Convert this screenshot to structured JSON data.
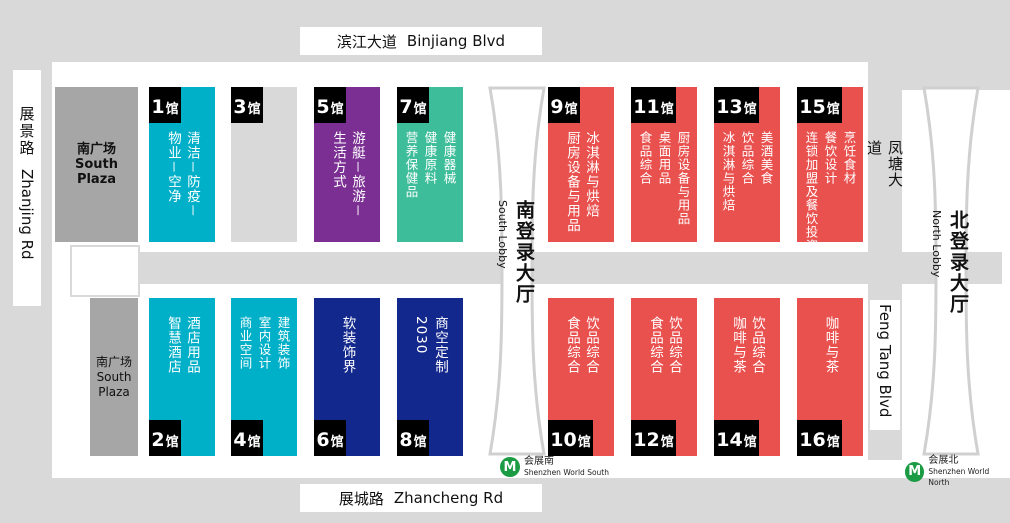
{
  "roads": {
    "north": {
      "cn": "滨江大道",
      "en": "Binjiang Blvd"
    },
    "south": {
      "cn": "展城路",
      "en": "Zhancheng Rd"
    },
    "west": {
      "cn": "展景路",
      "en": "Zhanjing Rd"
    },
    "east_cn": "凤塘大道",
    "east_en": "Feng Tang Blvd"
  },
  "plazas": {
    "top": {
      "cn": "南广场",
      "en1": "South",
      "en2": "Plaza"
    },
    "bottom": {
      "cn": "南广场",
      "en1": "South",
      "en2": "Plaza"
    }
  },
  "lobbies": {
    "south": {
      "cn": "南登录大厅",
      "en": "South Lobby"
    },
    "north": {
      "cn": "北登录大厅",
      "en": "North Lobby"
    }
  },
  "metro": {
    "south": {
      "cn": "会展南",
      "en": "Shenzhen World South"
    },
    "north": {
      "cn": "会展北",
      "en": "Shenzhen World North"
    }
  },
  "hall_suffix": "馆",
  "colors": {
    "teal": "#00b0c8",
    "grey": "#d9d9d9",
    "purple": "#7b2f93",
    "green": "#3dbd99",
    "red": "#e9514f",
    "navy": "#13288c"
  },
  "halls_top": [
    {
      "num": "1",
      "color": "teal",
      "cols": [
        "清洁－防疫－",
        "物业－空净"
      ]
    },
    {
      "num": "3",
      "color": "grey",
      "cols": []
    },
    {
      "num": "5",
      "color": "purple",
      "cols": [
        "游艇－旅游－",
        "生活方式"
      ]
    },
    {
      "num": "7",
      "color": "green",
      "cols": [
        "健康器械",
        "健康原料",
        "营养保健品"
      ]
    },
    {
      "num": "9",
      "color": "red",
      "cols": [
        "冰淇淋与烘焙",
        "厨房设备与用品"
      ]
    },
    {
      "num": "11",
      "color": "red",
      "cols": [
        "厨房设备与用品",
        "桌面用品",
        "食品综合"
      ]
    },
    {
      "num": "13",
      "color": "red",
      "cols": [
        "美酒美食",
        "饮品综合",
        "冰淇淋与烘焙"
      ]
    },
    {
      "num": "15",
      "color": "red",
      "cols": [
        "烹饪食材",
        "餐饮设计",
        "连锁加盟及餐饮投资"
      ]
    }
  ],
  "halls_bottom": [
    {
      "num": "2",
      "color": "teal",
      "cols": [
        "酒店用品",
        "智慧酒店"
      ]
    },
    {
      "num": "4",
      "color": "teal",
      "cols": [
        "建筑装饰",
        "室内设计",
        "商业空间"
      ]
    },
    {
      "num": "6",
      "color": "navy",
      "cols": [
        "软装饰界"
      ]
    },
    {
      "num": "8",
      "color": "navy",
      "cols": [
        "商空定制",
        "2030"
      ]
    },
    {
      "num": "10",
      "color": "red",
      "cols": [
        "饮品综合",
        "食品综合"
      ]
    },
    {
      "num": "12",
      "color": "red",
      "cols": [
        "饮品综合",
        "食品综合"
      ]
    },
    {
      "num": "14",
      "color": "red",
      "cols": [
        "饮品综合",
        "咖啡与茶"
      ]
    },
    {
      "num": "16",
      "color": "red",
      "cols": [
        "咖啡与茶"
      ]
    }
  ]
}
